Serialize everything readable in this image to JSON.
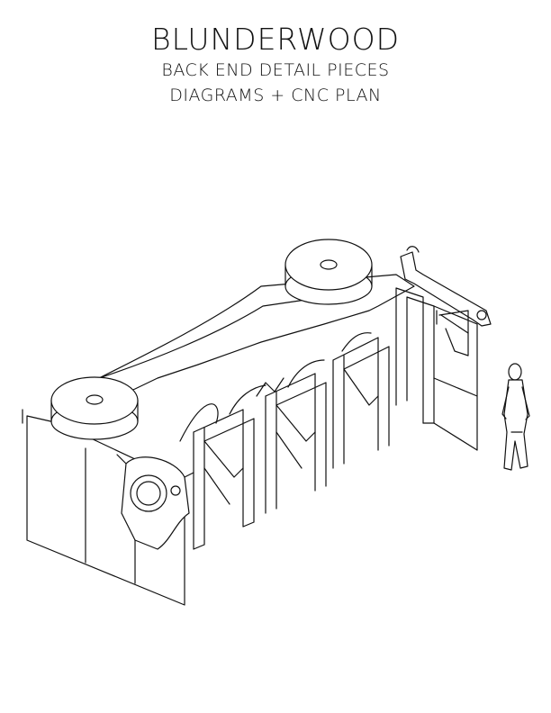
{
  "header": {
    "title": "BLUNDERWOOD",
    "subtitle_1": "BACK END DETAIL PIECES",
    "subtitle_2": "DIAGRAMS + CNC PLAN"
  },
  "colors": {
    "line": "#111111",
    "background": "#ffffff"
  }
}
